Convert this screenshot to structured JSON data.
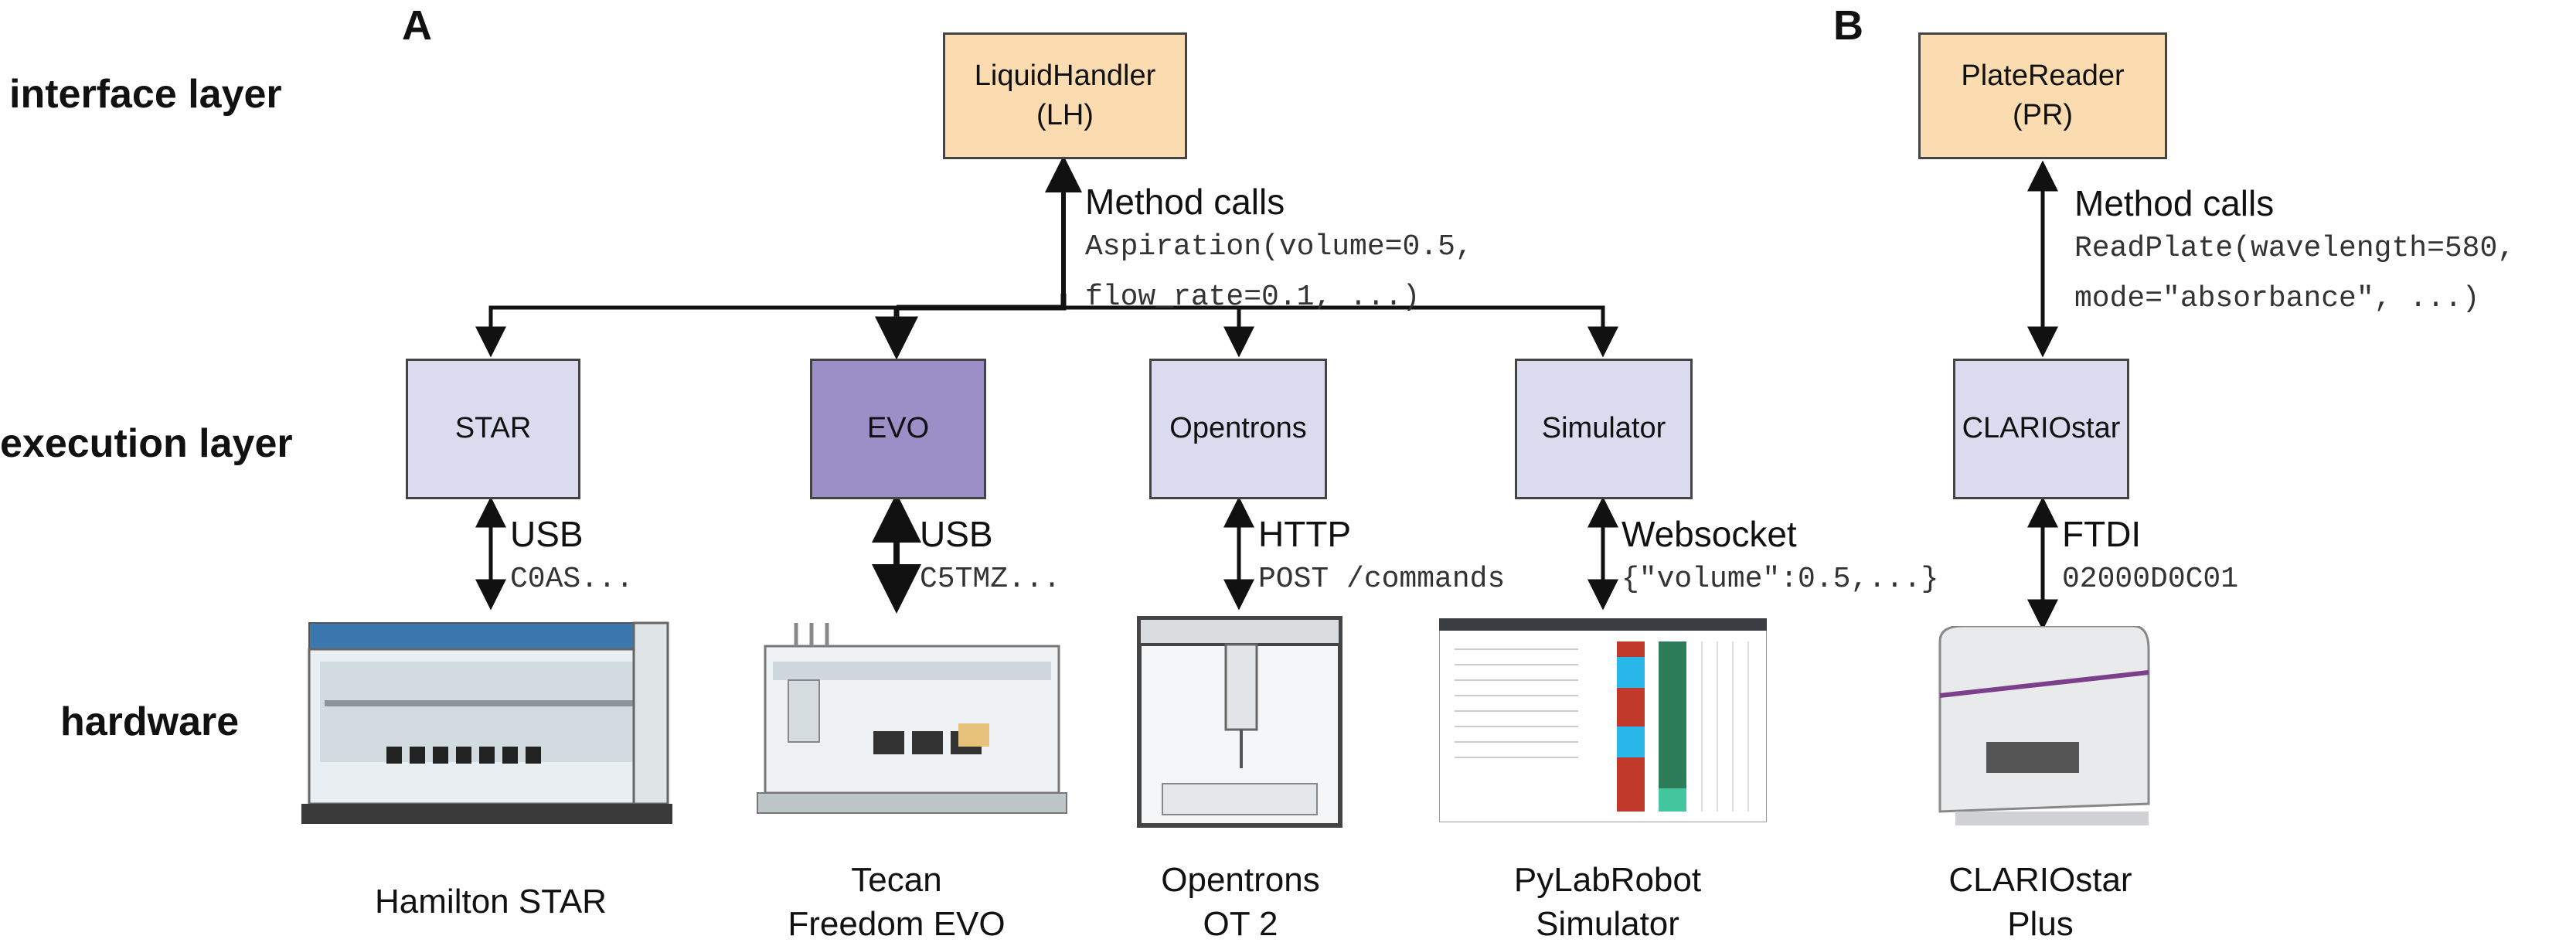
{
  "panels": {
    "a": "A",
    "b": "B"
  },
  "layers": {
    "interface": "interface layer",
    "execution": "execution layer",
    "hardware": "hardware"
  },
  "panel_a": {
    "interface_box": {
      "line1": "LiquidHandler",
      "line2": "(LH)"
    },
    "method": {
      "title": "Method calls",
      "line1": "Aspiration(volume=0.5,",
      "line2": "flow_rate=0.1, ...)"
    },
    "backends": [
      {
        "name": "STAR",
        "protocol": "USB",
        "example": "C0AS...",
        "hardware": [
          "Hamilton STAR"
        ]
      },
      {
        "name": "EVO",
        "protocol": "USB",
        "example": "C5TMZ...",
        "hardware": [
          "Tecan",
          "Freedom EVO"
        ]
      },
      {
        "name": "Opentrons",
        "protocol": "HTTP",
        "example": "POST /commands",
        "hardware": [
          "Opentrons",
          "OT 2"
        ]
      },
      {
        "name": "Simulator",
        "protocol": "Websocket",
        "example": "{\"volume\":0.5,...}",
        "hardware": [
          "PyLabRobot",
          "Simulator"
        ]
      }
    ]
  },
  "panel_b": {
    "interface_box": {
      "line1": "PlateReader",
      "line2": "(PR)"
    },
    "method": {
      "title": "Method calls",
      "line1": "ReadPlate(wavelength=580,",
      "line2": "mode=\"absorbance\", ...)"
    },
    "backend": {
      "name": "CLARIOstar",
      "protocol": "FTDI",
      "example": "02000D0C01",
      "hardware": [
        "CLARIOstar",
        "Plus"
      ]
    }
  },
  "colors": {
    "interface_box": "#fbdcb0",
    "execution_box": "#dadbee",
    "execution_box_highlight": "#9c8ec6",
    "wire": "#111111"
  }
}
